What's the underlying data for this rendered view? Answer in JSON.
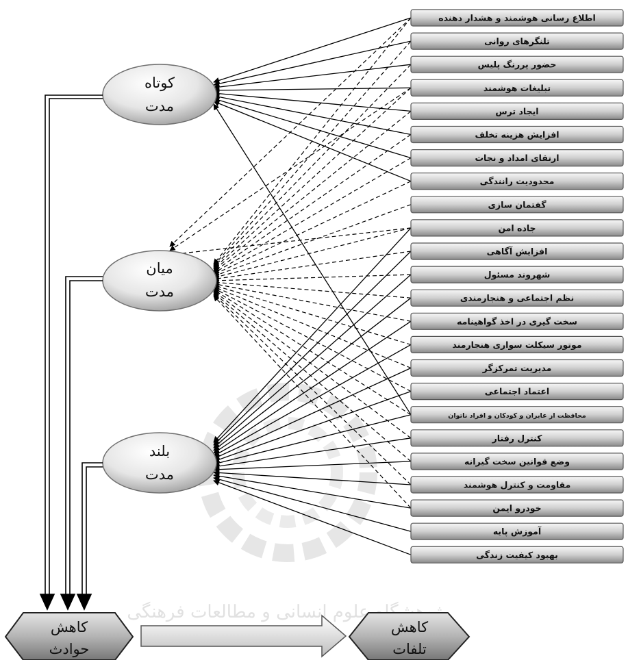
{
  "factors": [
    "اطلاع رسانی هوشمند و هشدار دهنده",
    "تلنگرهای روانی",
    "حضور پررنگ پلیس",
    "تبلیغات هوشمند",
    "ایجاد ترس",
    "افزایش هزینه تخلف",
    "ارتقای امداد و نجات",
    "محدودیت رانندگی",
    "گفتمان سازی",
    "جاده امن",
    "افزایش آگاهی",
    "شهروند مسئول",
    "نظم اجتماعی و هنجارمندی",
    "سخت گیری در اخذ گواهینامه",
    "موتور سیکلت سواری هنجارمند",
    "مدیریت تمرکزگر",
    "اعتماد اجتماعی",
    "محافظت از عابران و کودکان و افراد ناتوان",
    "کنترل رفتار",
    "وضع قوانین سخت گیرانه",
    "مقاومت و کنترل هوشمند",
    "خودرو ایمن",
    "آموزش پایه",
    "بهبود کیفیت زندگی"
  ],
  "terms": {
    "short": [
      "کوتاه",
      "مدت"
    ],
    "medium": [
      "میان",
      "مدت"
    ],
    "long": [
      "بلند",
      "مدت"
    ]
  },
  "outcomes": {
    "accidents": [
      "کاهش",
      "حوادث"
    ],
    "fatalities": [
      "کاهش",
      "تلفات"
    ]
  },
  "watermark": "پژوهشگاه علوم انسانی و مطالعات فرهنگی",
  "links": {
    "short_solid": [
      0,
      1,
      2,
      3,
      4,
      5,
      6,
      7,
      17
    ],
    "short_dashed": [
      0,
      3,
      9
    ],
    "medium_dashed": [
      0,
      1,
      2,
      3,
      4,
      5,
      6,
      7,
      8,
      9,
      10,
      11,
      12,
      13,
      14,
      15,
      16,
      17,
      18,
      19,
      20,
      21
    ],
    "long_solid": [
      9,
      10,
      11,
      12,
      13,
      14,
      15,
      16,
      17,
      18,
      19,
      20,
      21,
      22,
      23
    ]
  },
  "colors": {
    "box_light": "#f4f4f4",
    "box_dark": "#8c8c8c",
    "line": "#000000",
    "watermark": "#d5d5d5"
  }
}
